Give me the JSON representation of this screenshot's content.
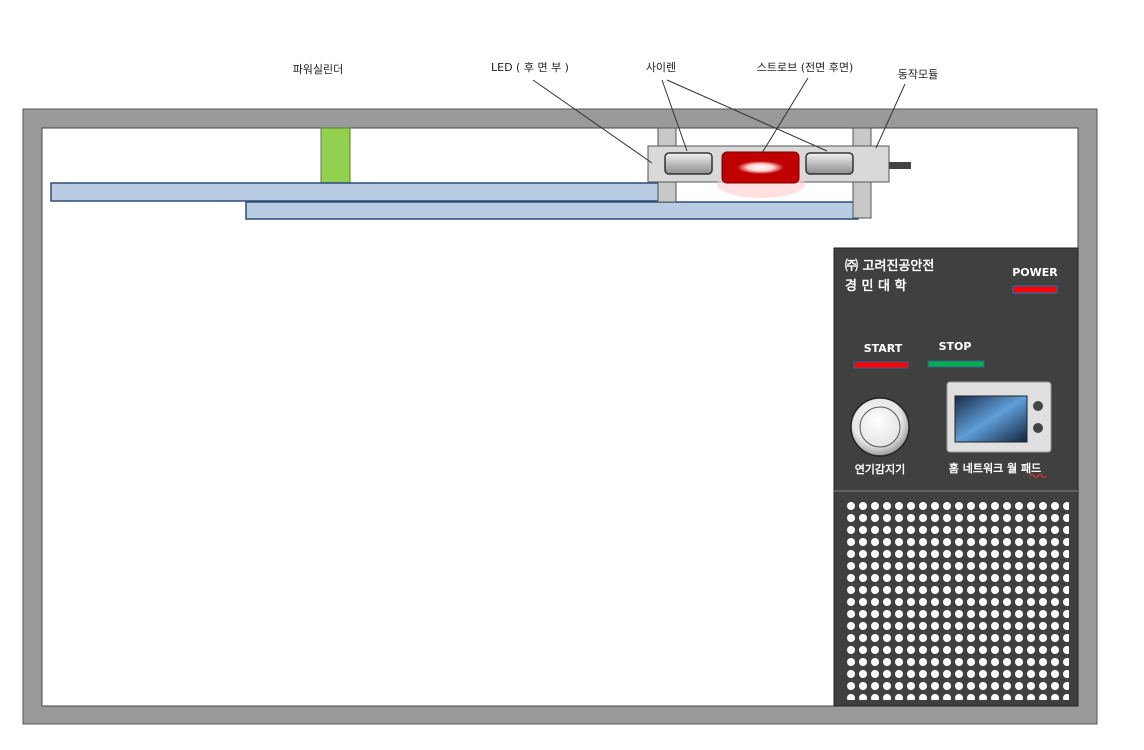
{
  "callouts": {
    "power_cylinder": "파워실린더",
    "led": "LED ( 후 면 부 )",
    "siren": "사이렌",
    "strobe": "스트로브 (전면 후면)",
    "motion_module": "동작모듈"
  },
  "panel": {
    "logo_line1": "㈜ 고려진공안전",
    "logo_line2": "경 민 대 학",
    "power_label": "POWER",
    "start_label": "START",
    "stop_label": "STOP",
    "smoke_detector_label": "연기감지기",
    "wall_pad_label": "홈 네트워크 월 패드"
  },
  "colors": {
    "frame": "#9a9a9a",
    "rail": "#b8cce4",
    "rail_border": "#2d4d7a",
    "cylinder": "#92d050",
    "panel_bg": "#404040",
    "power_led": "#ff0000",
    "start_led": "#ff0000",
    "stop_led": "#00b050",
    "strobe": "#c00000"
  }
}
